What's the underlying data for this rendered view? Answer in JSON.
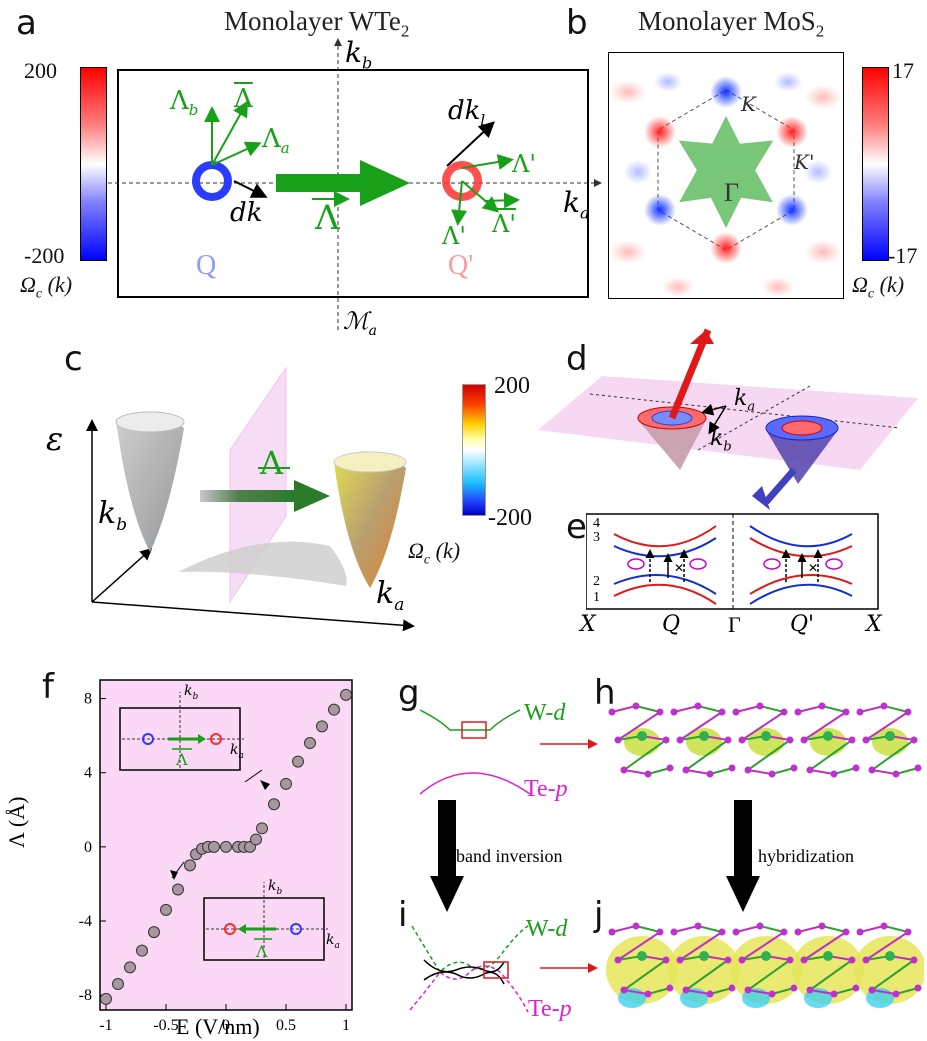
{
  "panel_a": {
    "label": "a",
    "title": "Monolayer WTe",
    "title_sub": "2",
    "colorbar": {
      "max": "200",
      "min": "-200",
      "symbol": "Ω",
      "sub": "c",
      "arg": "(k)"
    },
    "axis_kb": "k",
    "axis_kb_sub": "b",
    "axis_ka": "k",
    "axis_ka_sub": "a",
    "mirror": "ℳ",
    "mirror_sub": "a",
    "valley_left": "Q",
    "valley_right": "Q'",
    "lambda": "Λ",
    "lambda_a": "Λ",
    "lambda_a_sub": "a",
    "lambda_b": "Λ",
    "lambda_b_sub": "b",
    "lambda_prime": "Λ'",
    "lambda_a_prime": "Λ'",
    "lambda_b_prime": "Λ'",
    "dk": "dk",
    "dkl": "dk",
    "dkl_sub": "l",
    "colors": {
      "blue": "#2a3cff",
      "red": "#ff2a2a",
      "green": "#19a019"
    }
  },
  "panel_b": {
    "label": "b",
    "title": "Monolayer MoS",
    "title_sub": "2",
    "colorbar": {
      "max": "17",
      "min": "-17",
      "symbol": "Ω",
      "sub": "c",
      "arg": "(k)"
    },
    "K": "K",
    "Kp": "K'",
    "Gamma": "Γ"
  },
  "panel_c": {
    "label": "c",
    "axis_e": "ε",
    "axis_kb": "k",
    "axis_kb_sub": "b",
    "axis_ka": "k",
    "axis_ka_sub": "a",
    "lambda": "Λ",
    "colorbar": {
      "max": "200",
      "min": "-200",
      "symbol": "Ω",
      "sub": "c",
      "arg": "(k)"
    }
  },
  "panel_d": {
    "label": "d",
    "ka": "k",
    "ka_sub": "a",
    "kb": "k",
    "kb_sub": "b"
  },
  "panel_e": {
    "label": "e",
    "band_numbers": [
      "4",
      "3",
      "2",
      "1"
    ],
    "x_labels": [
      "X",
      "Q",
      "Γ",
      "Q'",
      "X"
    ]
  },
  "panel_f": {
    "label": "f",
    "inset_kb": "k",
    "inset_kb_sub": "b",
    "inset_ka": "k",
    "inset_ka_sub": "a",
    "inset_lambda": "Λ"
  },
  "panel_g": {
    "label": "g",
    "wd": "W-",
    "wd_it": "d",
    "tep": "Te-",
    "tep_it": "p"
  },
  "panel_h": {
    "label": "h"
  },
  "panel_i": {
    "label": "i",
    "wd": "W-",
    "wd_it": "d",
    "tep": "Te-",
    "tep_it": "p"
  },
  "panel_j": {
    "label": "j"
  },
  "arrows": {
    "band_inversion": "band inversion",
    "hybridization": "hybridization"
  },
  "chart_data": {
    "type": "scatter",
    "title": "",
    "xlabel": "E (V/nm)",
    "ylabel": "Λ (Å)",
    "xlim": [
      -1.05,
      1.05
    ],
    "ylim": [
      -8.8,
      9.0
    ],
    "xticks": [
      -1,
      -0.5,
      0,
      0.5,
      1
    ],
    "xtick_labels": [
      "-1",
      "-0.5",
      "0",
      "0.5",
      "1"
    ],
    "yticks": [
      -8,
      -4,
      0,
      4,
      8
    ],
    "ytick_labels": [
      "-8",
      "-4",
      "0",
      "4",
      "8"
    ],
    "grid": false,
    "background": "#fbd8f5",
    "marker_color": "#a8979e",
    "x": [
      -1.0,
      -0.9,
      -0.8,
      -0.7,
      -0.6,
      -0.5,
      -0.4,
      -0.3,
      -0.25,
      -0.2,
      -0.15,
      -0.1,
      0.0,
      0.1,
      0.15,
      0.2,
      0.25,
      0.3,
      0.4,
      0.5,
      0.6,
      0.7,
      0.8,
      0.9,
      1.0
    ],
    "y": [
      -8.2,
      -7.4,
      -6.5,
      -5.6,
      -4.6,
      -3.4,
      -2.3,
      -1.0,
      -0.4,
      -0.1,
      0.0,
      0.0,
      0.0,
      0.0,
      0.0,
      0.0,
      0.4,
      1.0,
      2.3,
      3.4,
      4.6,
      5.6,
      6.5,
      7.4,
      8.2
    ]
  }
}
